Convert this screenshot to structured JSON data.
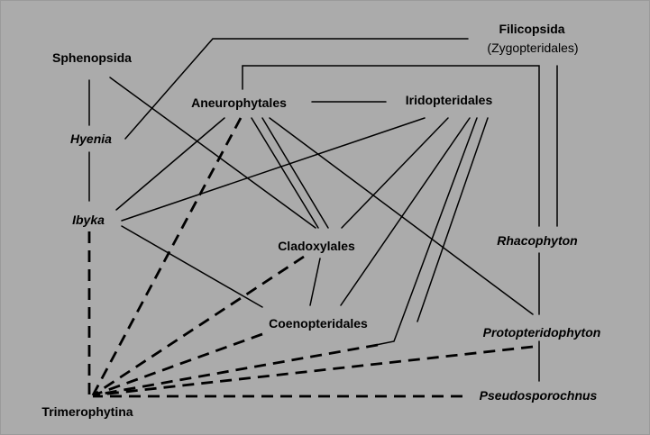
{
  "diagram": {
    "nodes": {
      "filicopsida": "Filicopsida",
      "zygopteridales": "(Zygopteridales)",
      "sphenopsida": "Sphenopsida",
      "aneurophytales": "Aneurophytales",
      "iridopteridales": "Iridopteridales",
      "hyenia": "Hyenia",
      "ibyka": "Ibyka",
      "cladoxylales": "Cladoxylales",
      "rhacophyton": "Rhacophyton",
      "coenopteridales": "Coenopteridales",
      "protopteridophyton": "Protopteridophyton",
      "pseudosporochnus": "Pseudosporochnus",
      "trimerophytina": "Trimerophytina"
    },
    "colors": {
      "background": "#ababab",
      "line": "#000000",
      "border": "#9a9a9a"
    },
    "line_styles": {
      "solid": "relationship",
      "dashed": "derived from Trimerophytina"
    }
  }
}
